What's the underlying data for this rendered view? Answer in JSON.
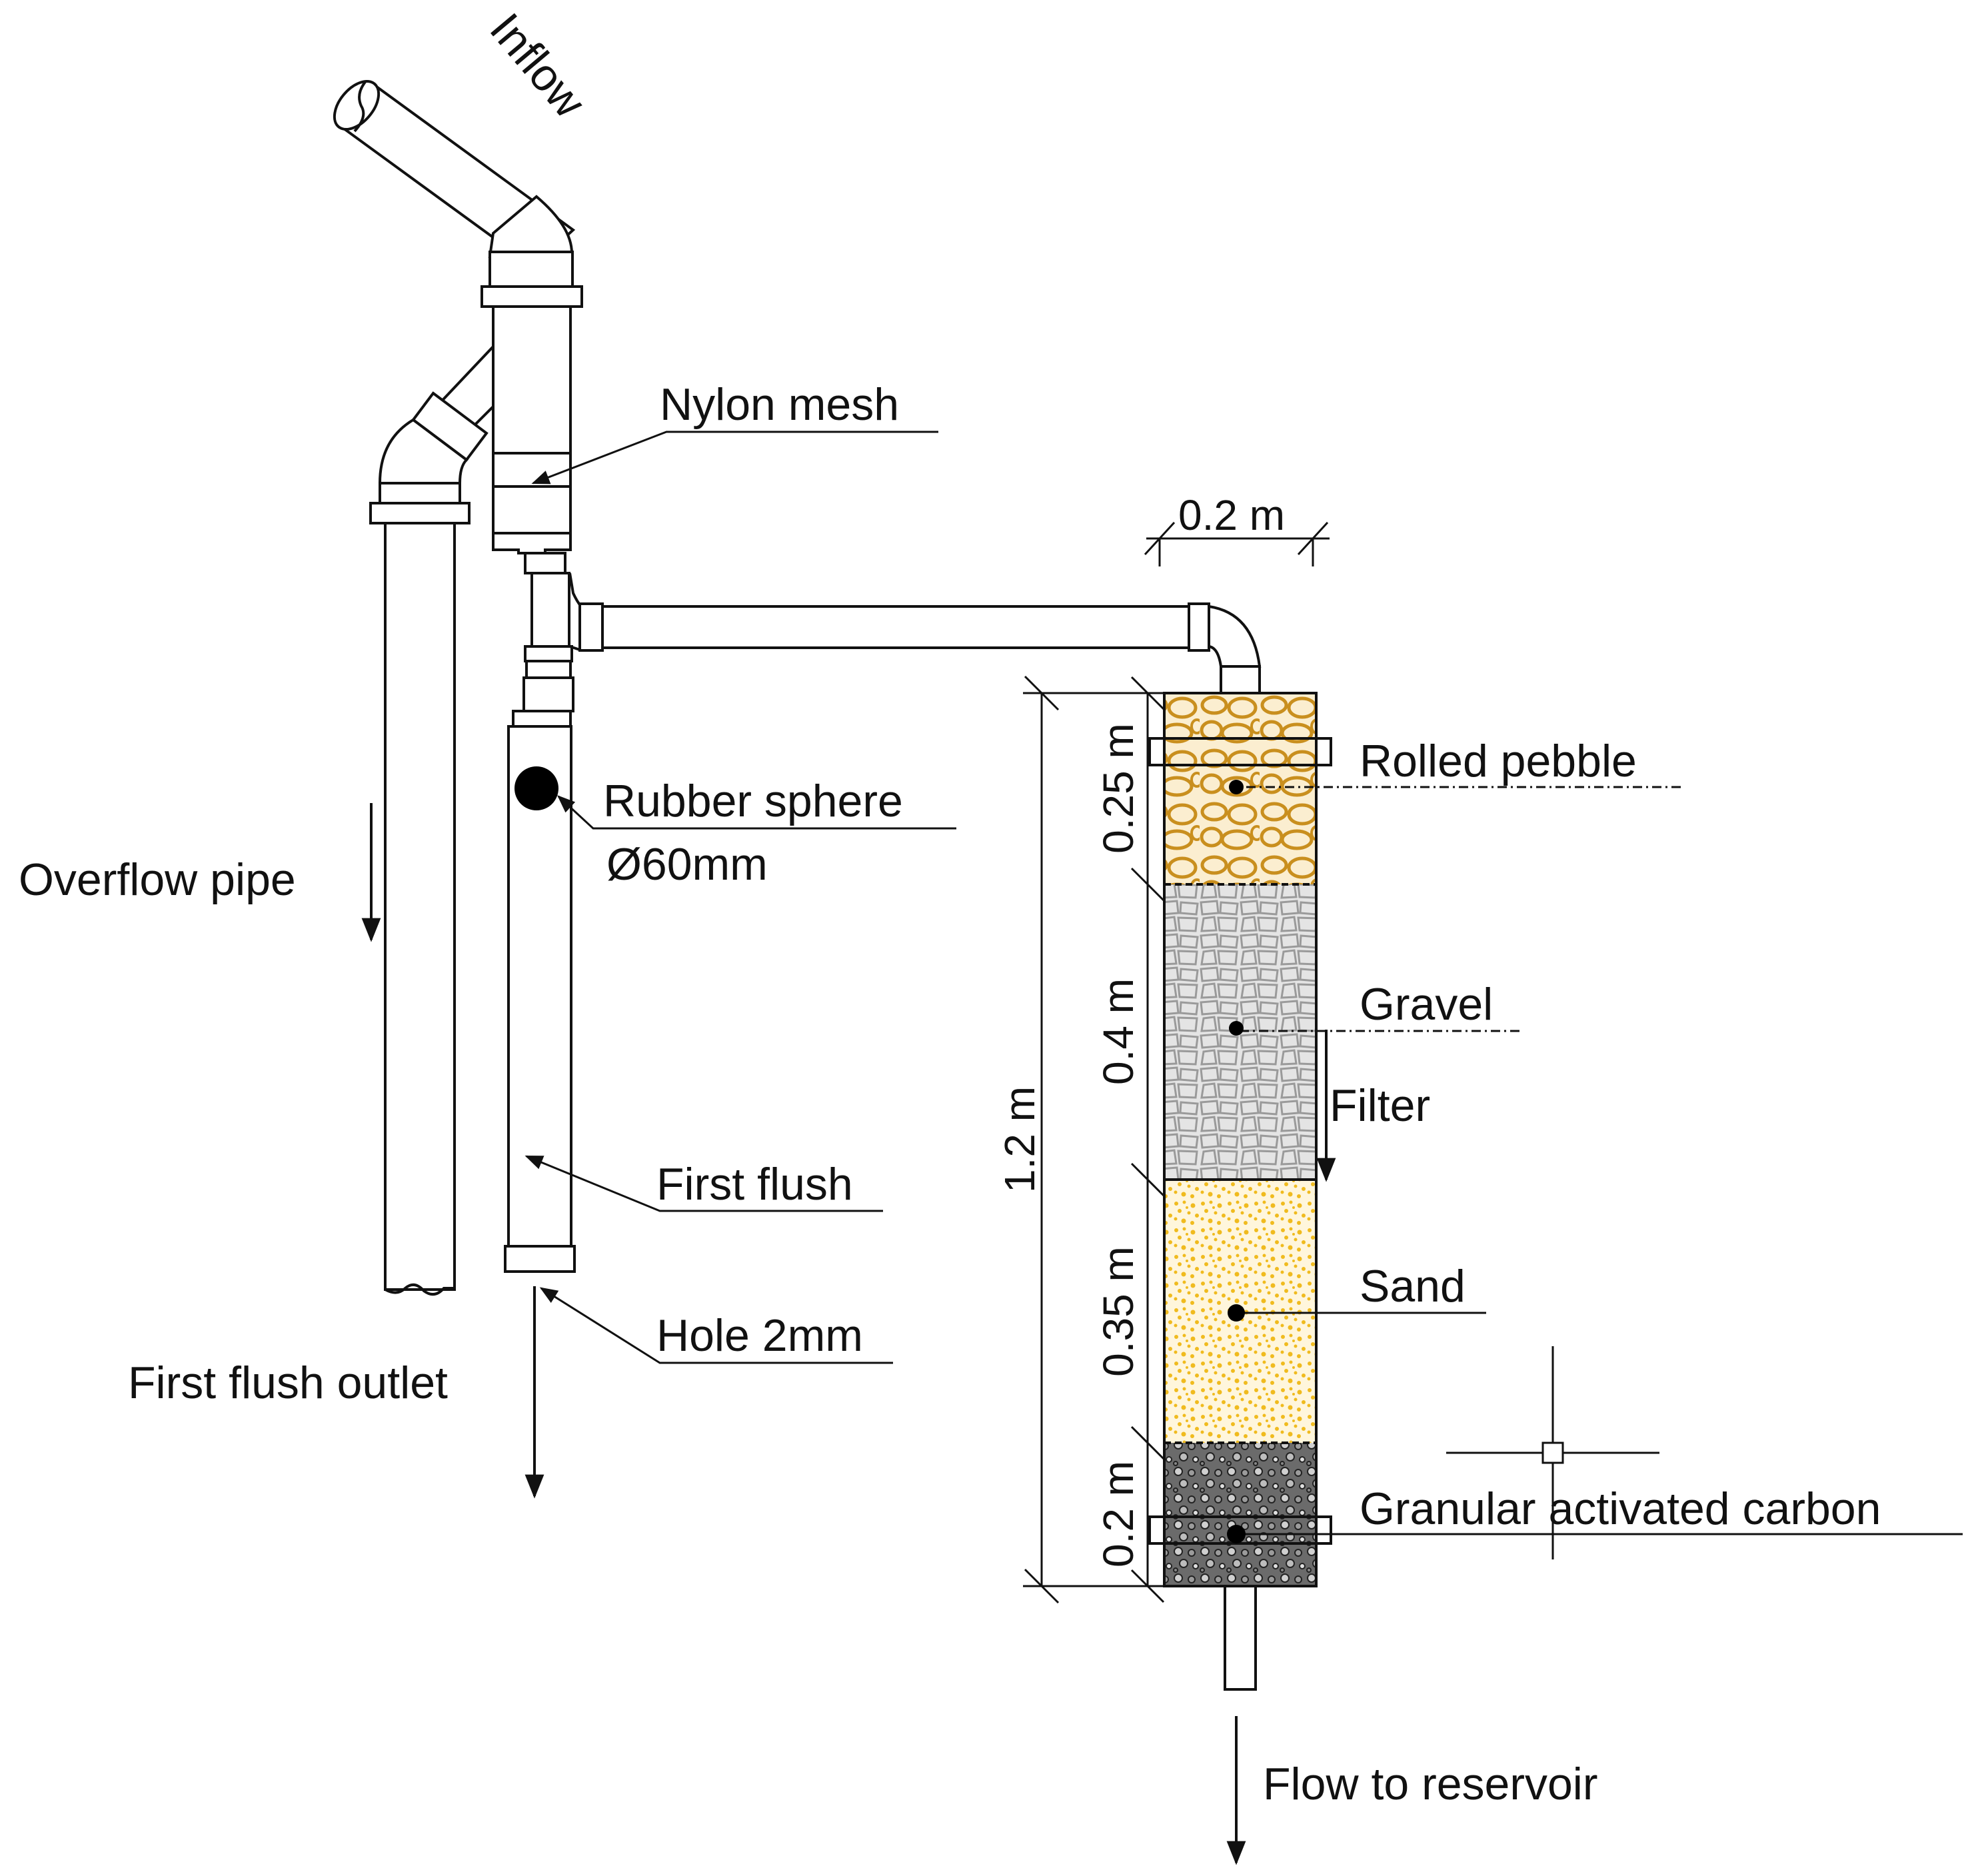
{
  "labels": {
    "inflow": "Inflow",
    "nylon_mesh": "Nylon mesh",
    "rubber_sphere": "Rubber sphere",
    "sphere_diameter": "Ø60mm",
    "overflow_pipe": "Overflow pipe",
    "first_flush": "First flush",
    "hole": "Hole 2mm",
    "first_flush_outlet": "First flush outlet",
    "rolled_pebble": "Rolled pebble",
    "gravel": "Gravel",
    "filter": "Filter",
    "sand": "Sand",
    "granular_activated_carbon": "Granular activated carbon",
    "flow_to_reservoir": "Flow to reservoir"
  },
  "dimensions": {
    "width": "0.2 m",
    "total_height": "1.2 m",
    "pebble_layer": "0.25 m",
    "gravel_layer": "0.4 m",
    "sand_layer": "0.35 m",
    "carbon_layer": "0.2 m"
  },
  "colors": {
    "pebble": "#d9a53a",
    "gravel": "#c4c4c4",
    "sand": "#f3c63a",
    "carbon": "#3a3a3a",
    "line": "#111111"
  }
}
